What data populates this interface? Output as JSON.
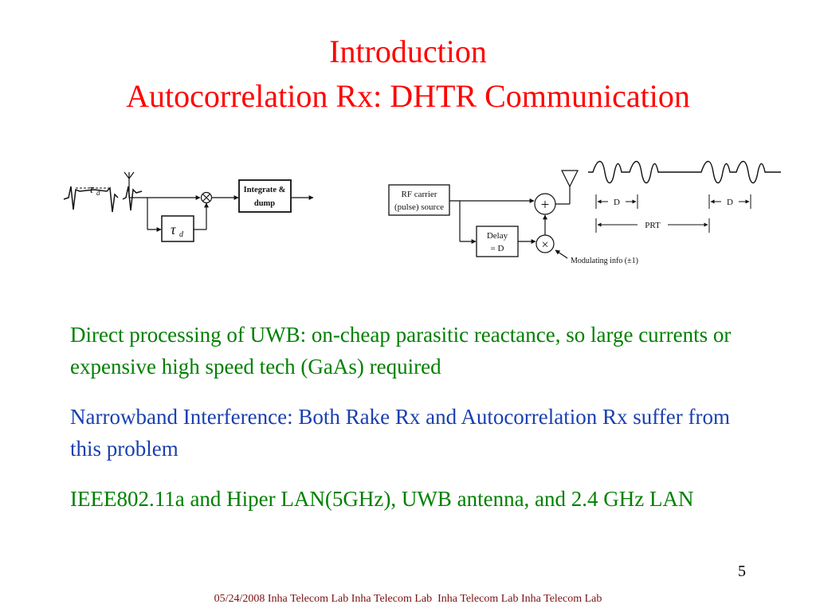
{
  "slide": {
    "title_line1": "Introduction",
    "title_line2": "Autocorrelation Rx: DHTR Communication",
    "page_number": "5",
    "footer": "05/24/2008 Inha Telecom Lab Inha Telecom Lab  Inha Telecom Lab Inha Telecom Lab"
  },
  "diagram_left": {
    "delay_symbol": "τ",
    "delay_subscript": "d",
    "block_label_line1": "Integrate &",
    "block_label_line2": "dump"
  },
  "diagram_right": {
    "source_line1": "RF carrier",
    "source_line2": "(pulse) source",
    "delay_line1": "Delay",
    "delay_line2": "= D",
    "adder_symbol": "+",
    "multiplier_symbol": "×",
    "modulating_label": "Modulating info (±1)",
    "d_label_1": "D",
    "d_label_2": "D",
    "prt_label": "PRT"
  },
  "bullets": [
    {
      "text": "Direct processing of UWB: on-cheap parasitic reactance, so large currents or expensive high speed tech (GaAs) required",
      "color": "#008000"
    },
    {
      "text": "Narrowband Interference: Both Rake Rx and Autocorrelation Rx suffer from this problem",
      "color": "#1a3fb0"
    },
    {
      "text": "IEEE802.11a and Hiper LAN(5GHz), UWB antenna, and 2.4 GHz LAN",
      "color": "#008000"
    }
  ]
}
